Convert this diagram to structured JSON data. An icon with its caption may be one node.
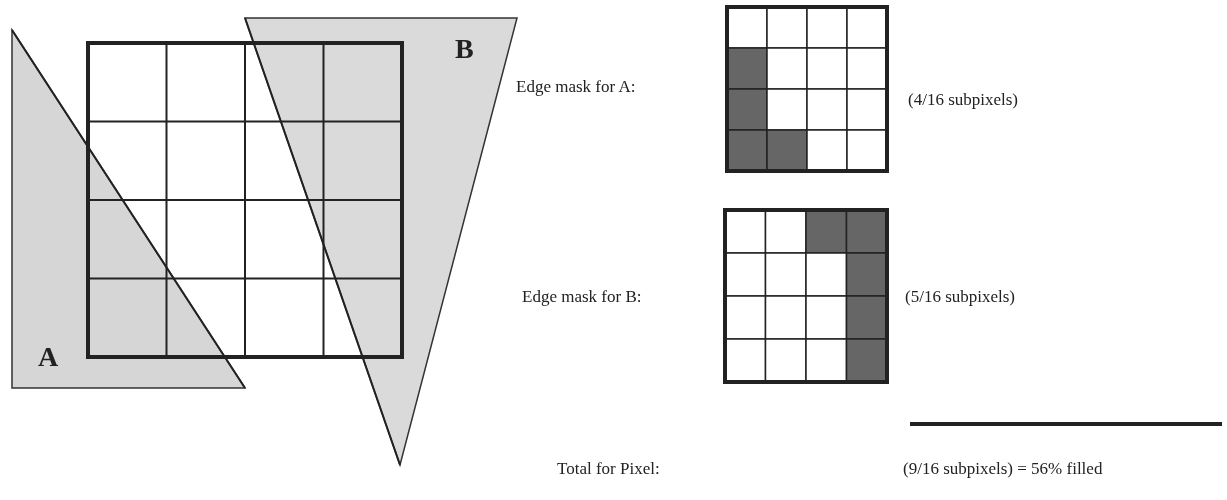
{
  "diagram": {
    "labels": [
      "B",
      "A",
      "Edge mask for A:",
      "(4/16 subpixels)",
      "Edge mask for B:",
      "(5/16 subpixels)",
      "Total for Pixel:",
      "(9/16 subpixels) = 56% filled"
    ]
  }
}
